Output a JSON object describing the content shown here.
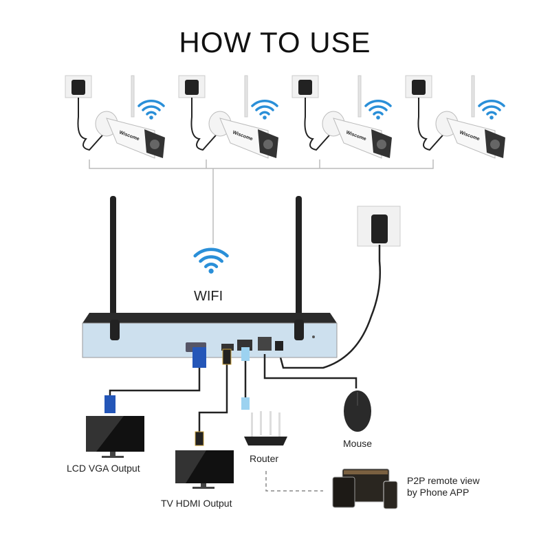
{
  "title": "HOW TO USE",
  "wifi_label": "WIFI",
  "camera_count": 4,
  "labels": {
    "lcd": "LCD VGA Output",
    "tv": "TV HDMI Output",
    "router": "Router",
    "mouse": "Mouse",
    "p2p_line1": "P2P remote view",
    "p2p_line2": "by Phone APP"
  },
  "logo_text": "Wiscome",
  "colors": {
    "wifi": "#2a8fd8",
    "nvr_front": "#cde0ee",
    "nvr_top": "#2b2b2b",
    "vga_blue": "#2456b8"
  }
}
